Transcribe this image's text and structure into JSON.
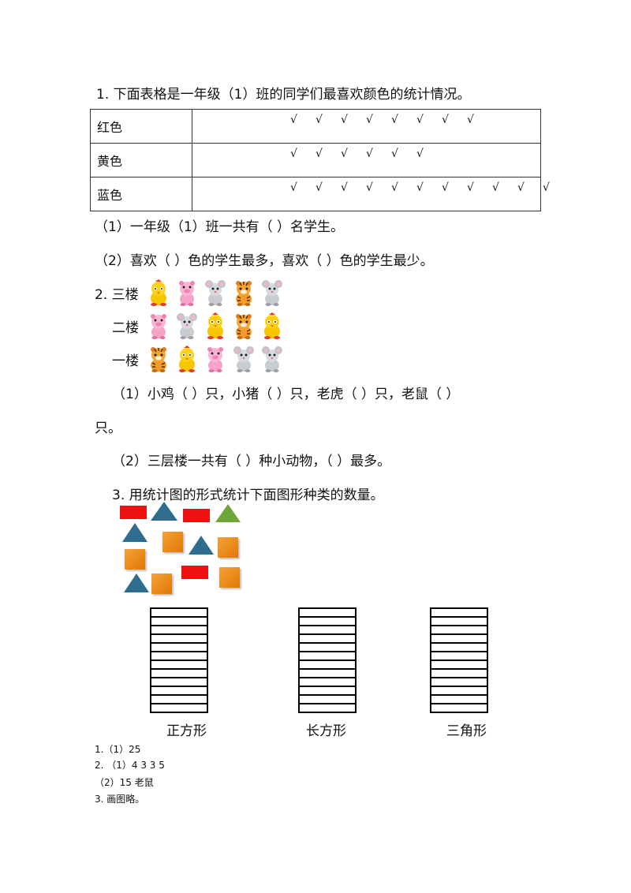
{
  "q1": {
    "title": "1. 下面表格是一年级（1）班的同学们最喜欢颜色的统计情况。",
    "rows": [
      {
        "label": "红色",
        "count": 8
      },
      {
        "label": "黄色",
        "count": 6
      },
      {
        "label": "蓝色",
        "count": 11
      }
    ],
    "check_mark": "√",
    "sub1": "（1）一年级（1）班一共有（  ）名学生。",
    "sub2": "（2）喜欢（    ）色的学生最多，喜欢（    ）色的学生最少。"
  },
  "q2": {
    "floor3": "2. 三楼",
    "floor2": "二楼",
    "floor1": "一楼",
    "floors": [
      [
        "chick",
        "pig",
        "mouse",
        "tiger",
        "mouse"
      ],
      [
        "pig",
        "mouse",
        "chick",
        "tiger",
        "chick"
      ],
      [
        "tiger",
        "chick",
        "pig",
        "mouse",
        "mouse"
      ]
    ],
    "sub1a": "（1）小鸡（    ）只，小猪（    ）只，老虎（    ）只，老鼠（    ）",
    "sub1b": "只。",
    "sub2": "（2）三层楼一共有（    ）种小动物，（    ）最多。"
  },
  "q3": {
    "title": "3. 用统计图的形式统计下面图形种类的数量。",
    "labels": [
      "正方形",
      "长方形",
      "三角形"
    ],
    "cells_per_column": 12,
    "colors": {
      "rect": "#ee1111",
      "square": "#f08a1c",
      "triangle": "#2f6d8e",
      "triangle_green": "#6fa63a"
    }
  },
  "answers": {
    "a1": "1.（1）25",
    "a2": "2. （1）4   3   3   5",
    "a3": "（2）15    老鼠",
    "a4": "3. 画图略。"
  }
}
